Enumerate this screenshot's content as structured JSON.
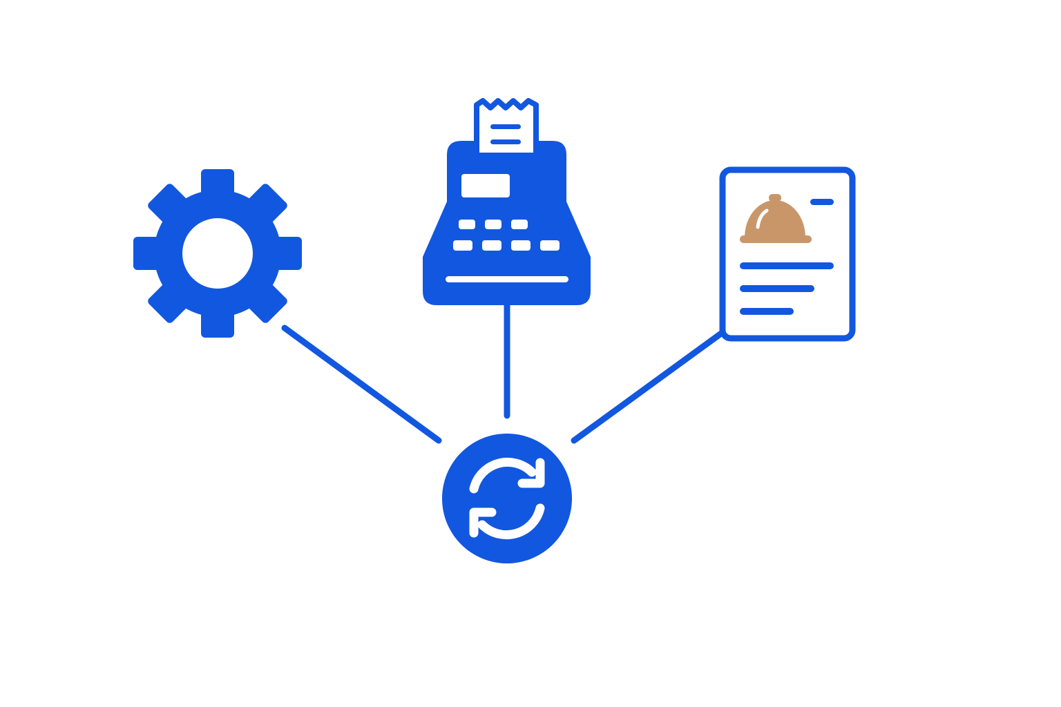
{
  "diagram": {
    "kind": "integration hub",
    "colors": {
      "primary": "#1257DF",
      "accent": "#C9966A",
      "background": "#FFFFFF",
      "inner": "#FFFFFF"
    },
    "nodes": [
      {
        "id": "settings",
        "icon": "gear-icon"
      },
      {
        "id": "pos",
        "icon": "cash-register-icon"
      },
      {
        "id": "menu",
        "icon": "menu-document-icon"
      },
      {
        "id": "sync",
        "icon": "sync-icon"
      }
    ],
    "edges": [
      {
        "from": "settings",
        "to": "sync"
      },
      {
        "from": "pos",
        "to": "sync"
      },
      {
        "from": "menu",
        "to": "sync"
      }
    ]
  }
}
